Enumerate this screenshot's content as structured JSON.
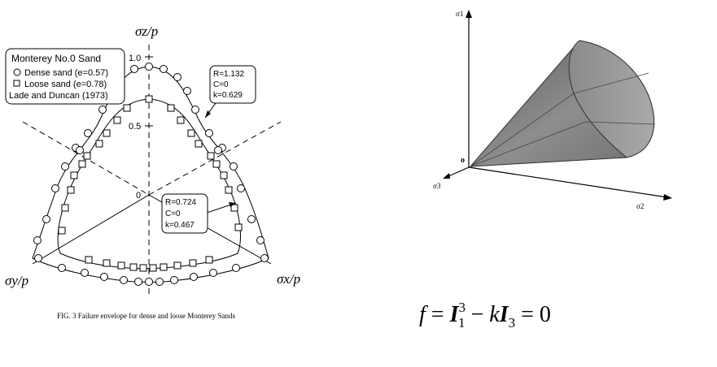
{
  "left_figure": {
    "axis_z_label": "σz/p",
    "axis_y_label": "σy/p",
    "axis_x_label": "σx/p",
    "tick_1_0": "1.0",
    "tick_0_5": "0.5",
    "tick_0": "0",
    "legend": {
      "title": "Monterey No.0 Sand",
      "dense": "Dense sand (e=0.57)",
      "loose": "Loose sand (e=0.78)",
      "source": "Lade and Duncan (1973)"
    },
    "dense_annotation": [
      "R=1.132",
      "C=0",
      "k=0.629"
    ],
    "loose_annotation": [
      "R=0.724",
      "C=0",
      "k=0.467"
    ],
    "caption": "FIG. 3 Failure envelope for dense and loose Monterey Sands"
  },
  "right_figure": {
    "axis_1_label": "σ1",
    "axis_2_label": "σ2",
    "axis_3_label": "σ3",
    "origin_label": "o",
    "equation": {
      "f": "f",
      "eq": " = ",
      "I": "I",
      "sup": "3",
      "sub1": "1",
      "minus": " − ",
      "k": "k",
      "I3": "I",
      "sub3": "3",
      "eq0": " = 0"
    }
  }
}
